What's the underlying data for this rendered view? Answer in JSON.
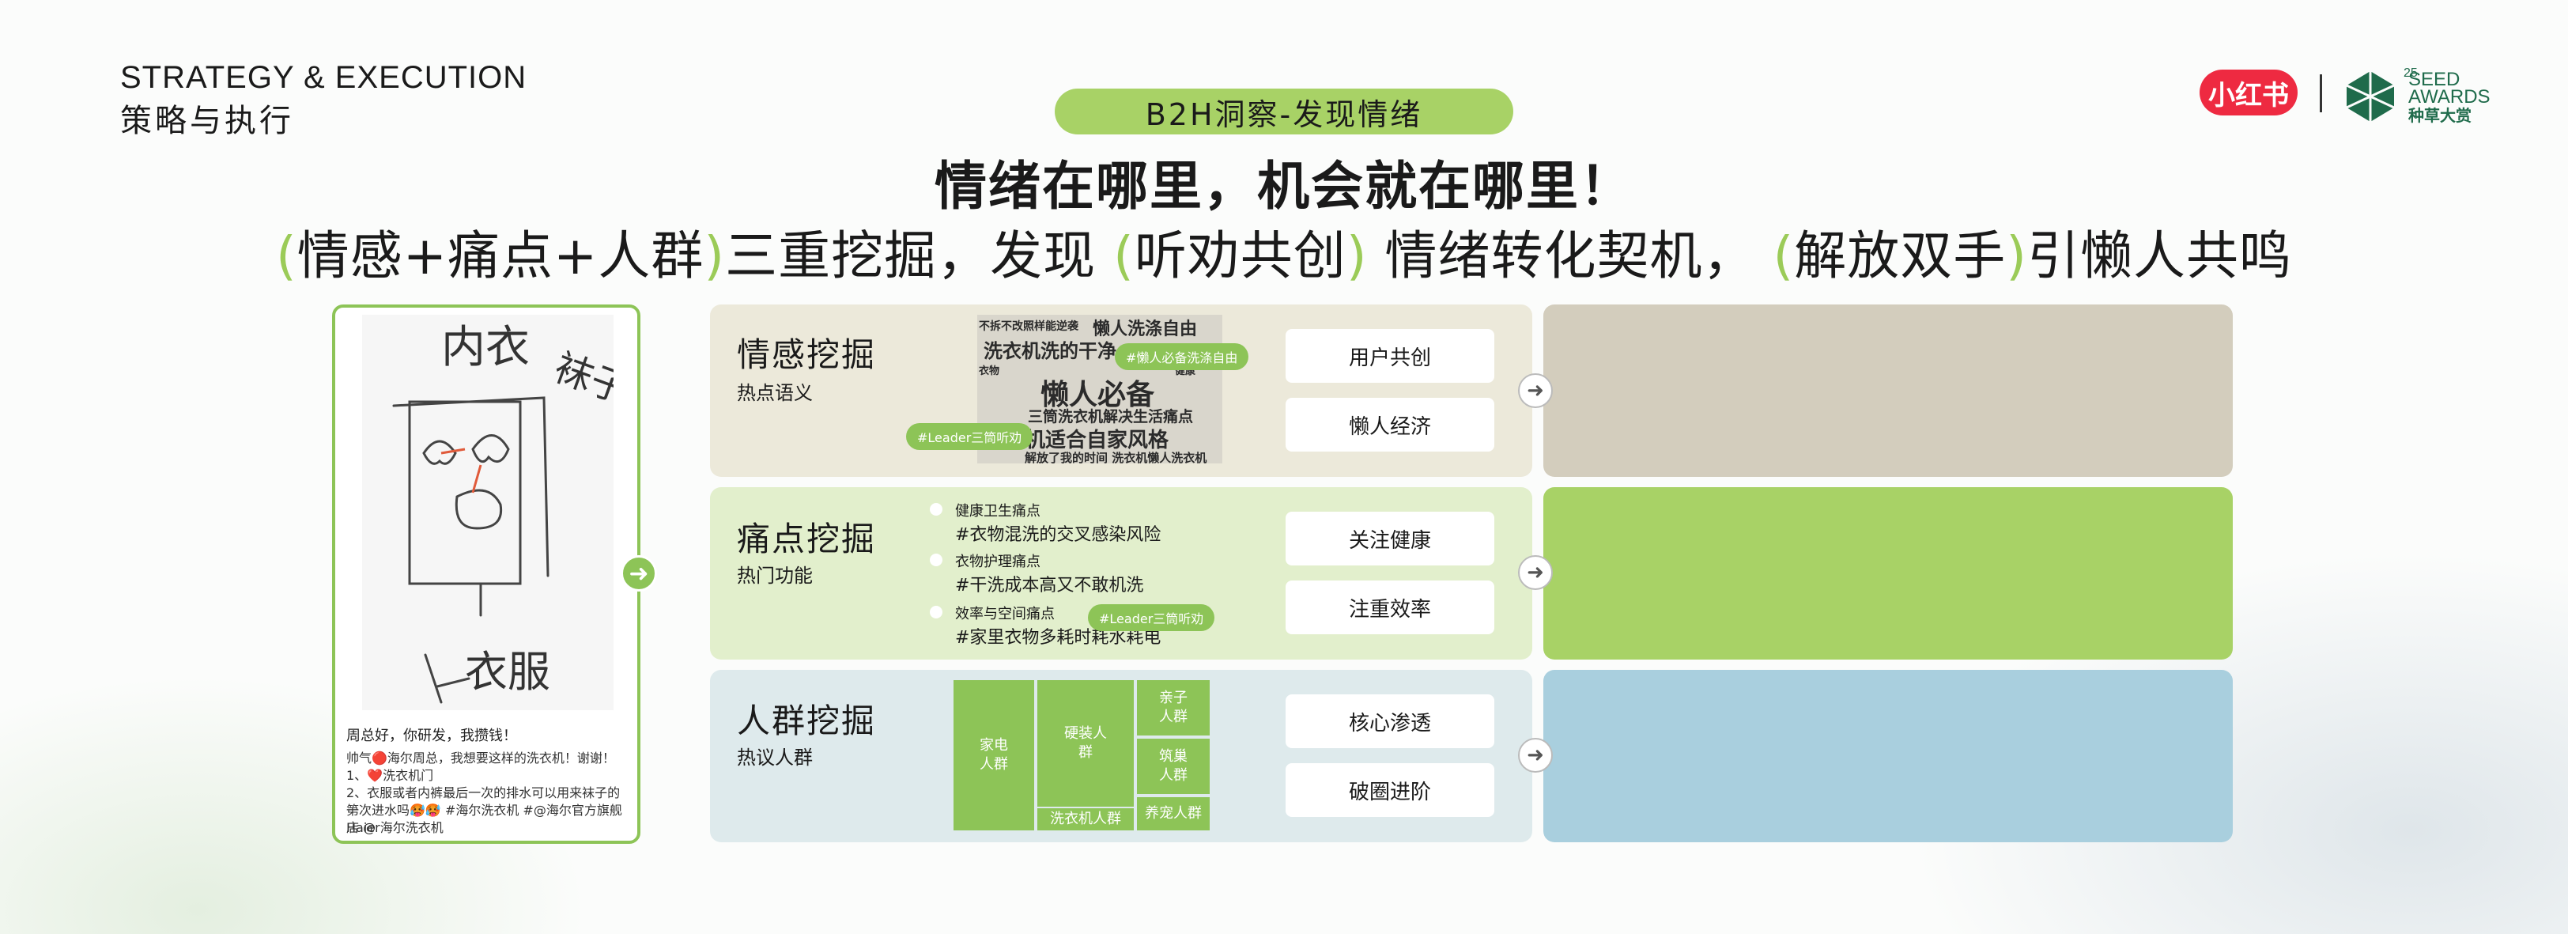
{
  "header": {
    "brand_en": "STRATEGY & EXECUTION",
    "brand_cn": "策略与执行",
    "pill": "B2H洞察-发现情绪",
    "headline": "情绪在哪里，机会就在哪里！",
    "subline": {
      "p1": "(",
      "w1": "情感+痛点+人群",
      "p2": ")",
      "w2": "三重挖掘，发现 ",
      "p3": "(",
      "w3": "听劝共创",
      "p4": ")",
      "w4": " 情绪转化契机， ",
      "p5": "(",
      "w5": "解放双手",
      "p6": ")",
      "w6": "引懒人共鸣"
    }
  },
  "logos": {
    "xhs": "小红书",
    "seed_sup": "25",
    "seed_t1": "SEED",
    "seed_t2": "AWARDS",
    "seed_t3": "种草大赏",
    "xhs_color": "#ee2a41",
    "seed_color": "#1f6b4b"
  },
  "phone": {
    "title": "周总好，你研发，我攒钱！",
    "line1": "帅气🔴海尔周总，我想要这样的洗衣机！谢谢！",
    "line2": "1、❤️洗衣机门",
    "line3": "2、衣服或者内裤最后一次的排水可以用来袜子的第",
    "line4": "一次进水吗🥵🥵 #海尔洗衣机 #@海尔官方旗舰店 @",
    "line5": "Haier海尔洗衣机",
    "sketch_words": [
      "内衣",
      "袜子",
      "衣服"
    ]
  },
  "rows": [
    {
      "title": "情感挖掘",
      "sub": "热点语义",
      "tags": [
        "用户共创",
        "懒人经济"
      ],
      "cloud": {
        "words": [
          "不拆不改照样能逆袭",
          "懒人洗涤自由",
          "洗衣机洗的干净",
          "懒人必备",
          "三筒洗衣机解决生活痛点",
          "机适合自家风格",
          "解放了我的时间 洗衣机懒人洗衣机",
          "衣物",
          "健康"
        ],
        "chip1": "#懒人必备洗涤自由",
        "chip2": "#Leader三筒听劝"
      }
    },
    {
      "title": "痛点挖掘",
      "sub": "热门功能",
      "tags": [
        "关注健康",
        "注重效率"
      ],
      "points": [
        {
          "label": "健康卫生痛点",
          "value": "#衣物混洗的交叉感染风险"
        },
        {
          "label": "衣物护理痛点",
          "value": "#干洗成本高又不敢机洗"
        },
        {
          "label": "效率与空间痛点",
          "value": "#家里衣物多耗时耗水耗电"
        }
      ],
      "chip": "#Leader三筒听劝"
    },
    {
      "title": "人群挖掘",
      "sub": "热议人群",
      "tags": [
        "核心渗透",
        "破圈进阶"
      ],
      "treemap": {
        "appliance": "家电\n人群",
        "hard": "硬装人\n群",
        "parent": "亲子\n人群",
        "nest": "筑巢\n人群",
        "washer": "洗衣机人群",
        "pet": "养宠人群"
      }
    }
  ],
  "colors": {
    "accent_green": "#8dc457",
    "pill_green": "#a8d266",
    "row1_bg": "#ece9da",
    "row2_bg": "#e2efcc",
    "row3_bg": "#deeaec",
    "big1": "#d3cdbd",
    "big2": "#a8d266",
    "big3": "#a9cfde"
  }
}
